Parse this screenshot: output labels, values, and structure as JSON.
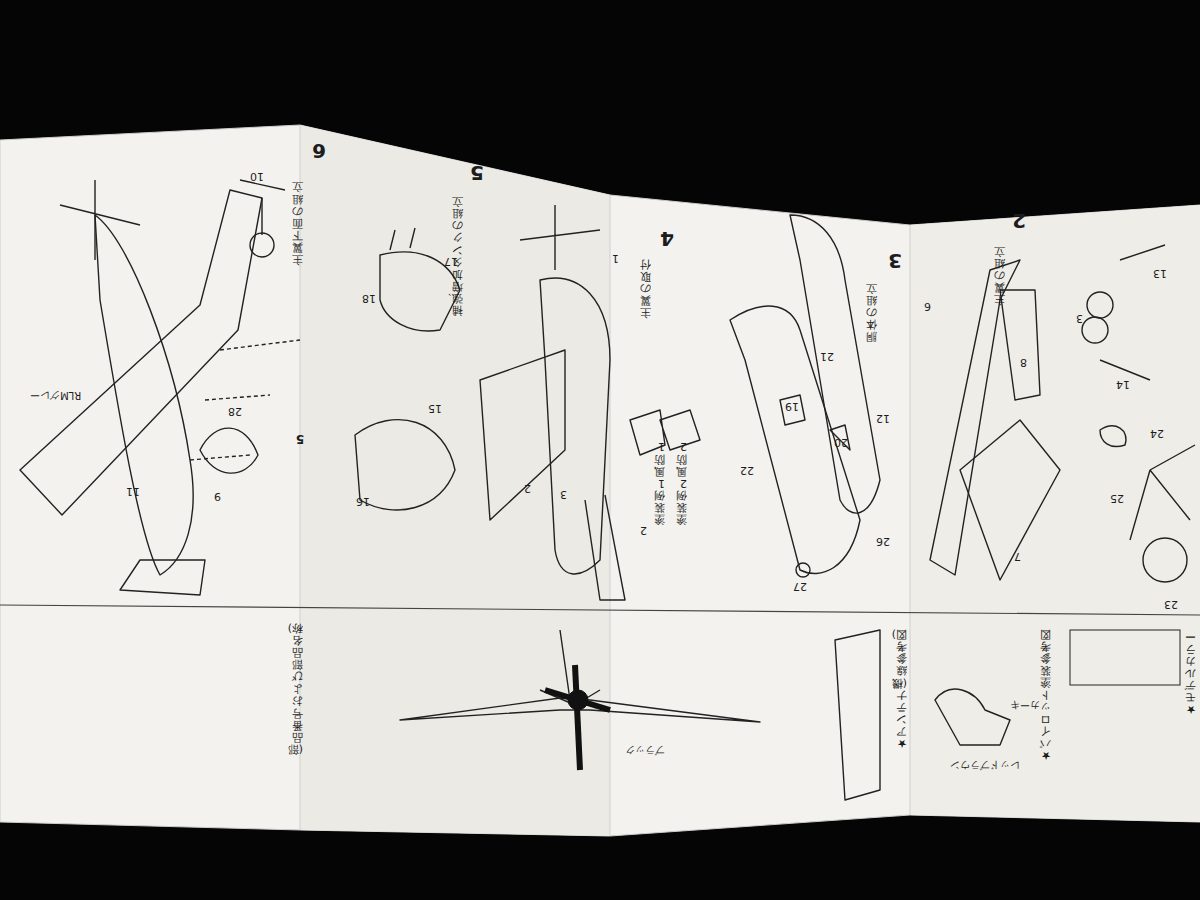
{
  "diagram": {
    "labels": [
      "6",
      "主翼下面の組立",
      "5",
      "補強、増加タンクの組立",
      "4",
      "主翼の取付",
      "3",
      "胴体の組立",
      "2",
      "主翼の組立",
      "10",
      "28",
      "11",
      "9",
      "5",
      "RLMグレー",
      "17",
      "18",
      "15",
      "16",
      "1",
      "2",
      "3",
      "2",
      "塗装例2 風防2",
      "塗装例1 風防1",
      "21",
      "19",
      "20",
      "22",
      "26",
      "27",
      "12",
      "6",
      "8",
      "7",
      "13",
      "3",
      "14",
      "24",
      "25",
      "23",
      "(部品番号および部品名称)",
      "ブラック",
      "★アンテナ(機線参考図)",
      "★パイロット塗装参考図",
      "レッドブラウン",
      "カーキ",
      "★モデルカラー"
    ]
  }
}
